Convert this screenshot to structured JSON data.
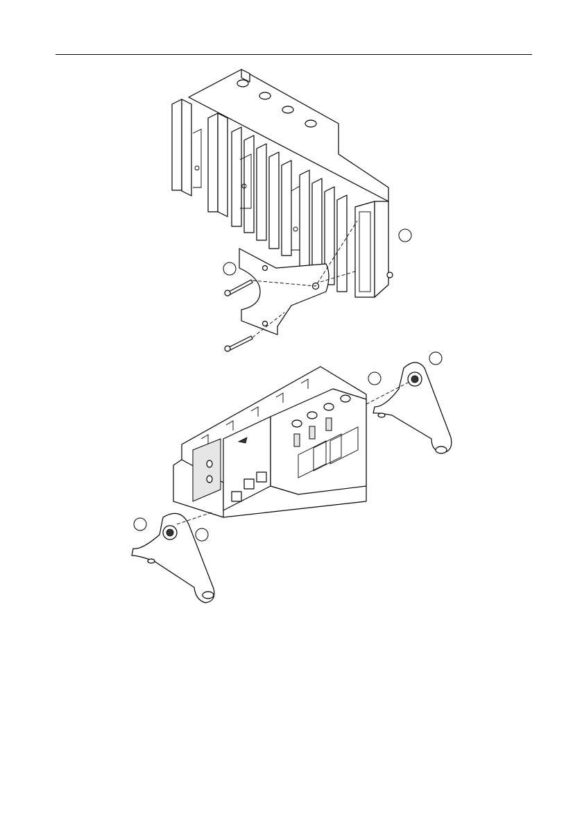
{
  "document": {
    "header_rule": true,
    "figure": {
      "upper_assembly": {
        "parts": [
          "chassis-heatsink",
          "mounting-bracket",
          "screw-upper",
          "screw-lower"
        ],
        "callouts": [
          {
            "label": ""
          },
          {
            "label": ""
          }
        ]
      },
      "lower_assembly": {
        "parts": [
          "controller-chassis",
          "left-mount-foot",
          "right-mount-foot"
        ],
        "callouts": [
          {
            "label": ""
          },
          {
            "label": ""
          },
          {
            "label": ""
          },
          {
            "label": ""
          }
        ]
      }
    }
  }
}
